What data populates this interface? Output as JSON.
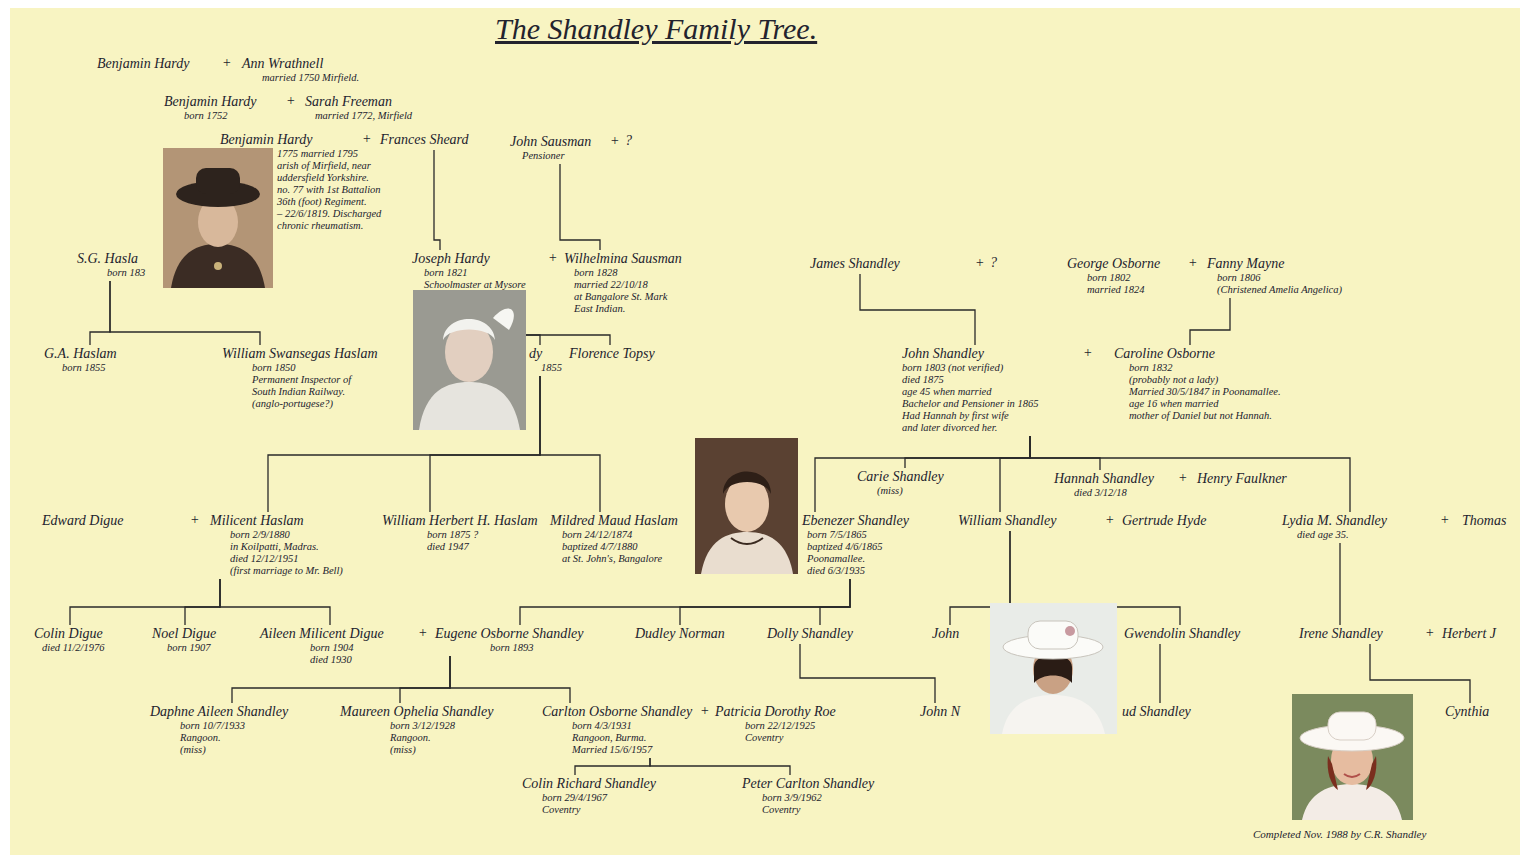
{
  "diagram": {
    "title": "The Shandley Family Tree.",
    "nodes": [
      {
        "text": [
          "Benjamin Hardy"
        ]
      },
      {
        "text": [
          "Ann Wrathnell",
          "married 1750 Mirfield."
        ]
      },
      {
        "text": [
          "Benjamin Hardy",
          "born 1752"
        ]
      },
      {
        "text": [
          "Sarah Freeman",
          "married 1772, Mirfield"
        ]
      },
      {
        "text": [
          "Benjamin Hardy",
          "1775 married 1795",
          "arish of Mirfield, near",
          "uddersfield Yorkshire.",
          "no. 77 with 1st Battalion",
          "36th (foot) Regiment.",
          "– 22/6/1819. Discharged",
          "chronic rheumatism."
        ]
      },
      {
        "text": [
          "Frances Sheard"
        ]
      },
      {
        "text": [
          "John Sausman",
          "Pensioner"
        ]
      },
      {
        "text": [
          "S.G. Hasla",
          "born 183"
        ]
      },
      {
        "text": [
          "Joseph Hardy",
          "born 1821",
          "Schoolmaster at Mysore"
        ]
      },
      {
        "text": [
          "Wilhelmina Sausman",
          "born 1828",
          "married 22/10/18",
          "at Bangalore St. Mark",
          "East Indian."
        ]
      },
      {
        "text": [
          "G.A. Haslam",
          "born 1855"
        ]
      },
      {
        "text": [
          "William Swansegas Haslam",
          "born 1850",
          "Permanent Inspector of",
          "South Indian Railway.",
          "(anglo-portugese?)"
        ]
      },
      {
        "text": [
          "dy",
          "1855"
        ]
      },
      {
        "text": [
          "Florence Topsy"
        ]
      },
      {
        "text": [
          "James Shandley"
        ]
      },
      {
        "text": [
          "George Osborne",
          "born 1802",
          "married 1824"
        ]
      },
      {
        "text": [
          "Fanny Mayne",
          "born 1806",
          "(Christened Amelia Angelica)"
        ]
      },
      {
        "text": [
          "John Shandley",
          "born 1803 (not verified)",
          "died 1875",
          "age 45 when married",
          "Bachelor and Pensioner in 1865",
          "Had Hannah by first wife",
          "and later divorced her."
        ]
      },
      {
        "text": [
          "Caroline Osborne",
          "born 1832",
          "(probably not a lady)",
          "Married 30/5/1847 in Poonamallee.",
          "age 16 when married",
          "mother of Daniel but not Hannah."
        ]
      },
      {
        "text": [
          "Edward Digue"
        ]
      },
      {
        "text": [
          "Milicent Haslam",
          "born 2/9/1880",
          "in Koilpatti, Madras.",
          "died 12/12/1951",
          "(first marriage to Mr. Bell)"
        ]
      },
      {
        "text": [
          "William Herbert H. Haslam",
          "born 1875 ?",
          "died 1947"
        ]
      },
      {
        "text": [
          "Mildred Maud Haslam",
          "born 24/12/1874",
          "baptized 4/7/1880",
          "at St. John's, Bangalore"
        ]
      },
      {
        "text": [
          "Carie Shandley",
          "(miss)"
        ]
      },
      {
        "text": [
          "Ebenezer Shandley",
          "born 7/5/1865",
          "baptized 4/6/1865",
          "Poonamallee.",
          "died 6/3/1935"
        ]
      },
      {
        "text": [
          "Hannah Shandley",
          "died 3/12/18"
        ]
      },
      {
        "text": [
          "Henry Faulkner"
        ]
      },
      {
        "text": [
          "William Shandley"
        ]
      },
      {
        "text": [
          "Gertrude Hyde"
        ]
      },
      {
        "text": [
          "Lydia M. Shandley",
          "died age 35."
        ]
      },
      {
        "text": [
          "Thomas"
        ]
      },
      {
        "text": [
          "Colin Digue",
          "died 11/2/1976"
        ]
      },
      {
        "text": [
          "Noel Digue",
          "born 1907"
        ]
      },
      {
        "text": [
          "Aileen Milicent Digue",
          "born 1904",
          "died 1930"
        ]
      },
      {
        "text": [
          "Eugene Osborne Shandley",
          "born 1893"
        ]
      },
      {
        "text": [
          "Dudley Norman"
        ]
      },
      {
        "text": [
          "Dolly Shandley"
        ]
      },
      {
        "text": [
          "John"
        ]
      },
      {
        "text": [
          "Gwendolin Shandley"
        ]
      },
      {
        "text": [
          "Irene Shandley"
        ]
      },
      {
        "text": [
          "Herbert J"
        ]
      },
      {
        "text": [
          "Daphne Aileen Shandley",
          "born 10/7/1933",
          "Rangoon.",
          "(miss)"
        ]
      },
      {
        "text": [
          "Maureen Ophelia Shandley",
          "born 3/12/1928",
          "Rangoon.",
          "(miss)"
        ]
      },
      {
        "text": [
          "Carlton Osborne Shandley",
          "born 4/3/1931",
          "Rangoon, Burma.",
          "Married 15/6/1957"
        ]
      },
      {
        "text": [
          "Patricia Dorothy Roe",
          "born 22/12/1925",
          "Coventry"
        ]
      },
      {
        "text": [
          "John N"
        ]
      },
      {
        "text": [
          "ud Shandley"
        ]
      },
      {
        "text": [
          "Cynthia"
        ]
      },
      {
        "text": [
          "Colin Richard Shandley",
          "born 29/4/1967",
          "Coventry"
        ]
      },
      {
        "text": [
          "Peter Carlton Shandley",
          "born 3/9/1962",
          "Coventry"
        ]
      }
    ],
    "edges": [
      {
        "from": 5,
        "to": 8,
        "arrow": "none"
      },
      {
        "from": 6,
        "to": 9,
        "arrow": "none"
      },
      {
        "from": 7,
        "to": 10,
        "arrow": "none"
      },
      {
        "from": 7,
        "to": 11,
        "arrow": "none"
      },
      {
        "from": 8,
        "to": 12,
        "arrow": "none"
      },
      {
        "from": 8,
        "to": 13,
        "arrow": "none"
      },
      {
        "from": 12,
        "to": 20,
        "arrow": "none"
      },
      {
        "from": 12,
        "to": 21,
        "arrow": "none"
      },
      {
        "from": 12,
        "to": 22,
        "arrow": "none"
      },
      {
        "from": 14,
        "to": 17,
        "arrow": "none"
      },
      {
        "from": 16,
        "to": 18,
        "arrow": "none"
      },
      {
        "from": 17,
        "to": 23,
        "arrow": "none"
      },
      {
        "from": 17,
        "to": 24,
        "arrow": "none"
      },
      {
        "from": 17,
        "to": 25,
        "arrow": "none"
      },
      {
        "from": 17,
        "to": 27,
        "arrow": "none"
      },
      {
        "from": 17,
        "to": 29,
        "arrow": "none"
      },
      {
        "from": 20,
        "to": 31,
        "arrow": "none"
      },
      {
        "from": 20,
        "to": 32,
        "arrow": "none"
      },
      {
        "from": 20,
        "to": 33,
        "arrow": "none"
      },
      {
        "from": 24,
        "to": 34,
        "arrow": "none"
      },
      {
        "from": 24,
        "to": 35,
        "arrow": "none"
      },
      {
        "from": 24,
        "to": 36,
        "arrow": "none"
      },
      {
        "from": 27,
        "to": 37,
        "arrow": "none"
      },
      {
        "from": 27,
        "to": 38,
        "arrow": "none"
      },
      {
        "from": 29,
        "to": 39,
        "arrow": "none"
      },
      {
        "from": 39,
        "to": 47,
        "arrow": "none"
      },
      {
        "from": 34,
        "to": 41,
        "arrow": "none"
      },
      {
        "from": 34,
        "to": 42,
        "arrow": "none"
      },
      {
        "from": 34,
        "to": 43,
        "arrow": "none"
      },
      {
        "from": 43,
        "to": 48,
        "arrow": "none"
      },
      {
        "from": 43,
        "to": 49,
        "arrow": "none"
      },
      {
        "from": 36,
        "to": 45,
        "arrow": "none"
      },
      {
        "from": 38,
        "to": 46,
        "arrow": "none"
      }
    ],
    "labels": [
      "+",
      "+",
      "+",
      "+",
      "?",
      "+",
      "+",
      "?",
      "+",
      "+",
      "+",
      "+",
      "+",
      "+",
      "+",
      "+",
      "+",
      "Completed Nov. 1988 by C.R. Shandley"
    ]
  }
}
